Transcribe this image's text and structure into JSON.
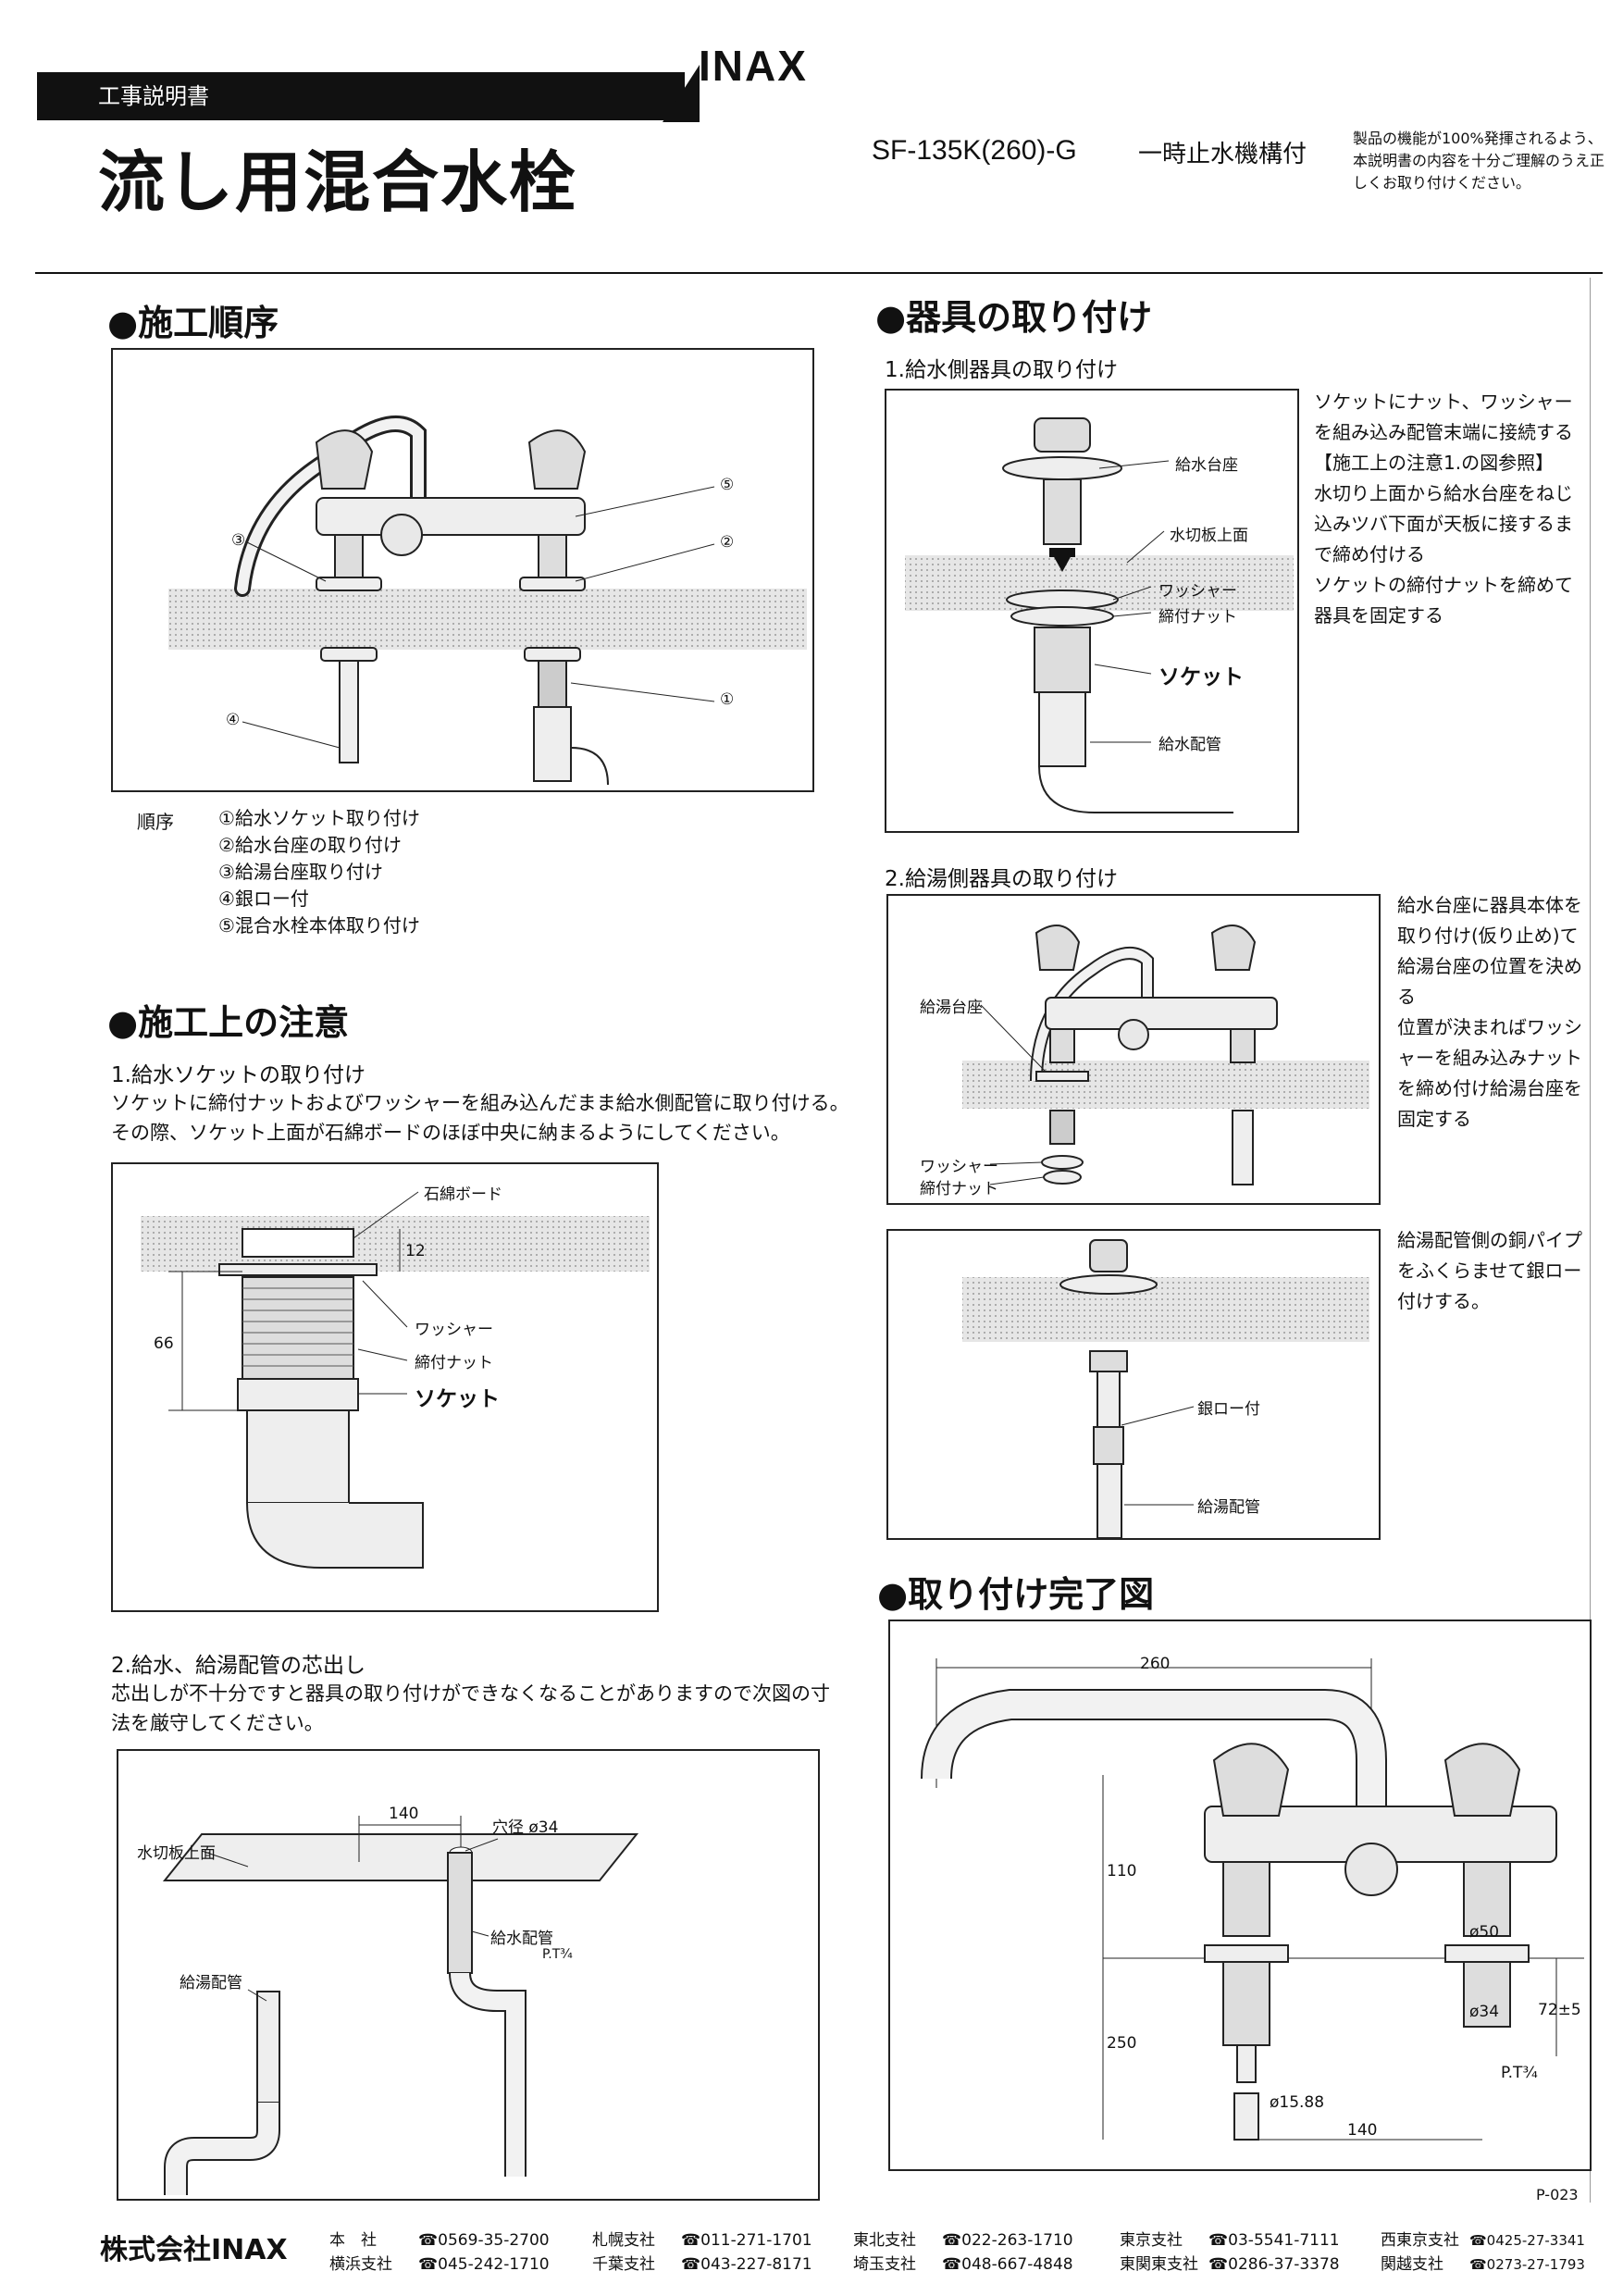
{
  "header": {
    "doc_type": "工事説明書",
    "brand": "INAX",
    "title": "流し用混合水栓",
    "model": "SF-135K(260)-G",
    "model_feature": "一時止水機構付",
    "intro": "製品の機能が100%発揮されるよう、本説明書の内容を十分ご理解のうえ正しくお取り付けください。"
  },
  "construction_order": {
    "heading": "●施工順序",
    "callouts": [
      "①",
      "②",
      "③",
      "④",
      "⑤"
    ],
    "steps_label": "順序",
    "steps": [
      "①給水ソケット取り付け",
      "②給水台座の取り付け",
      "③給湯台座取り付け",
      "④銀ロー付",
      "⑤混合水栓本体取り付け"
    ]
  },
  "precautions": {
    "heading": "●施工上の注意",
    "item1": {
      "title": "1.給水ソケットの取り付け",
      "text_line1": "ソケットに締付ナットおよびワッシャーを組み込んだまま給水側配管に取り付ける。",
      "text_line2": "その際、ソケット上面が石綿ボードのほぼ中央に納まるようにしてください。",
      "labels": {
        "board": "石綿ボード",
        "washer": "ワッシャー",
        "nut": "締付ナット",
        "socket": "ソケット",
        "dim_12": "12",
        "dim_66": "66"
      }
    },
    "item2": {
      "title": "2.給水、給湯配管の芯出し",
      "text_line1": "芯出しが不十分ですと器具の取り付けができなくなることがありますので次図の寸",
      "text_line2": "法を厳守してください。",
      "labels": {
        "plate_top": "水切板上面",
        "dim_140": "140",
        "hole": "穴径 ø34",
        "supply_pipe": "給水配管",
        "pt": "P.T¾",
        "hot_pipe": "給湯配管"
      }
    }
  },
  "fixture": {
    "heading": "●器具の取り付け",
    "item1": {
      "title": "1.給水側器具の取り付け",
      "labels": {
        "base": "給水台座",
        "plate_top": "水切板上面",
        "washer": "ワッシャー",
        "nut": "締付ナット",
        "socket": "ソケット",
        "pipe": "給水配管"
      },
      "notes": [
        "ソケットにナット、ワッシャー",
        "を組み込み配管末端に接続する",
        "【施工上の注意1.の図参照】",
        "水切り上面から給水台座をねじ",
        "込みツバ下面が天板に接するま",
        "で締め付ける",
        "ソケットの締付ナットを締めて",
        "器具を固定する"
      ]
    },
    "item2": {
      "title": "2.給湯側器具の取り付け",
      "labels": {
        "base": "給湯台座",
        "washer": "ワッシャー",
        "nut": "締付ナット"
      },
      "notes": [
        "給水台座に器具本体を",
        "取り付け(仮り止め)て",
        "給湯台座の位置を決め",
        "る",
        "位置が決まればワッシ",
        "ャーを組み込みナット",
        "を締め付け給湯台座を",
        "固定する"
      ]
    },
    "item3": {
      "labels": {
        "brazing": "銀ロー付",
        "pipe": "給湯配管"
      },
      "notes": [
        "給湯配管側の銅パイプ",
        "をふくらませて銀ロー",
        "付けする。"
      ]
    }
  },
  "complete": {
    "heading": "●取り付け完了図",
    "dims": {
      "d260": "260",
      "d110": "110",
      "d50": "ø50",
      "d250": "250",
      "d34": "ø34",
      "d72": "72±5",
      "pt": "P.T¾",
      "d1588": "ø15.88",
      "d140": "140"
    }
  },
  "page_code": "P-023",
  "footer": {
    "company": "株式会社INAX",
    "offices": [
      [
        "本　社",
        "☎0569-35-2700"
      ],
      [
        "横浜支社",
        "☎045-242-1710"
      ],
      [
        "札幌支社",
        "☎011-271-1701"
      ],
      [
        "千葉支社",
        "☎043-227-8171"
      ],
      [
        "東北支社",
        "☎022-263-1710"
      ],
      [
        "埼玉支社",
        "☎048-667-4848"
      ],
      [
        "東京支社",
        "☎03-5541-7111"
      ],
      [
        "東関東支社",
        "☎0286-37-3378"
      ],
      [
        "西東京支社",
        "☎0425-27-3341"
      ],
      [
        "関越支社",
        "☎0273-27-1793"
      ]
    ]
  }
}
